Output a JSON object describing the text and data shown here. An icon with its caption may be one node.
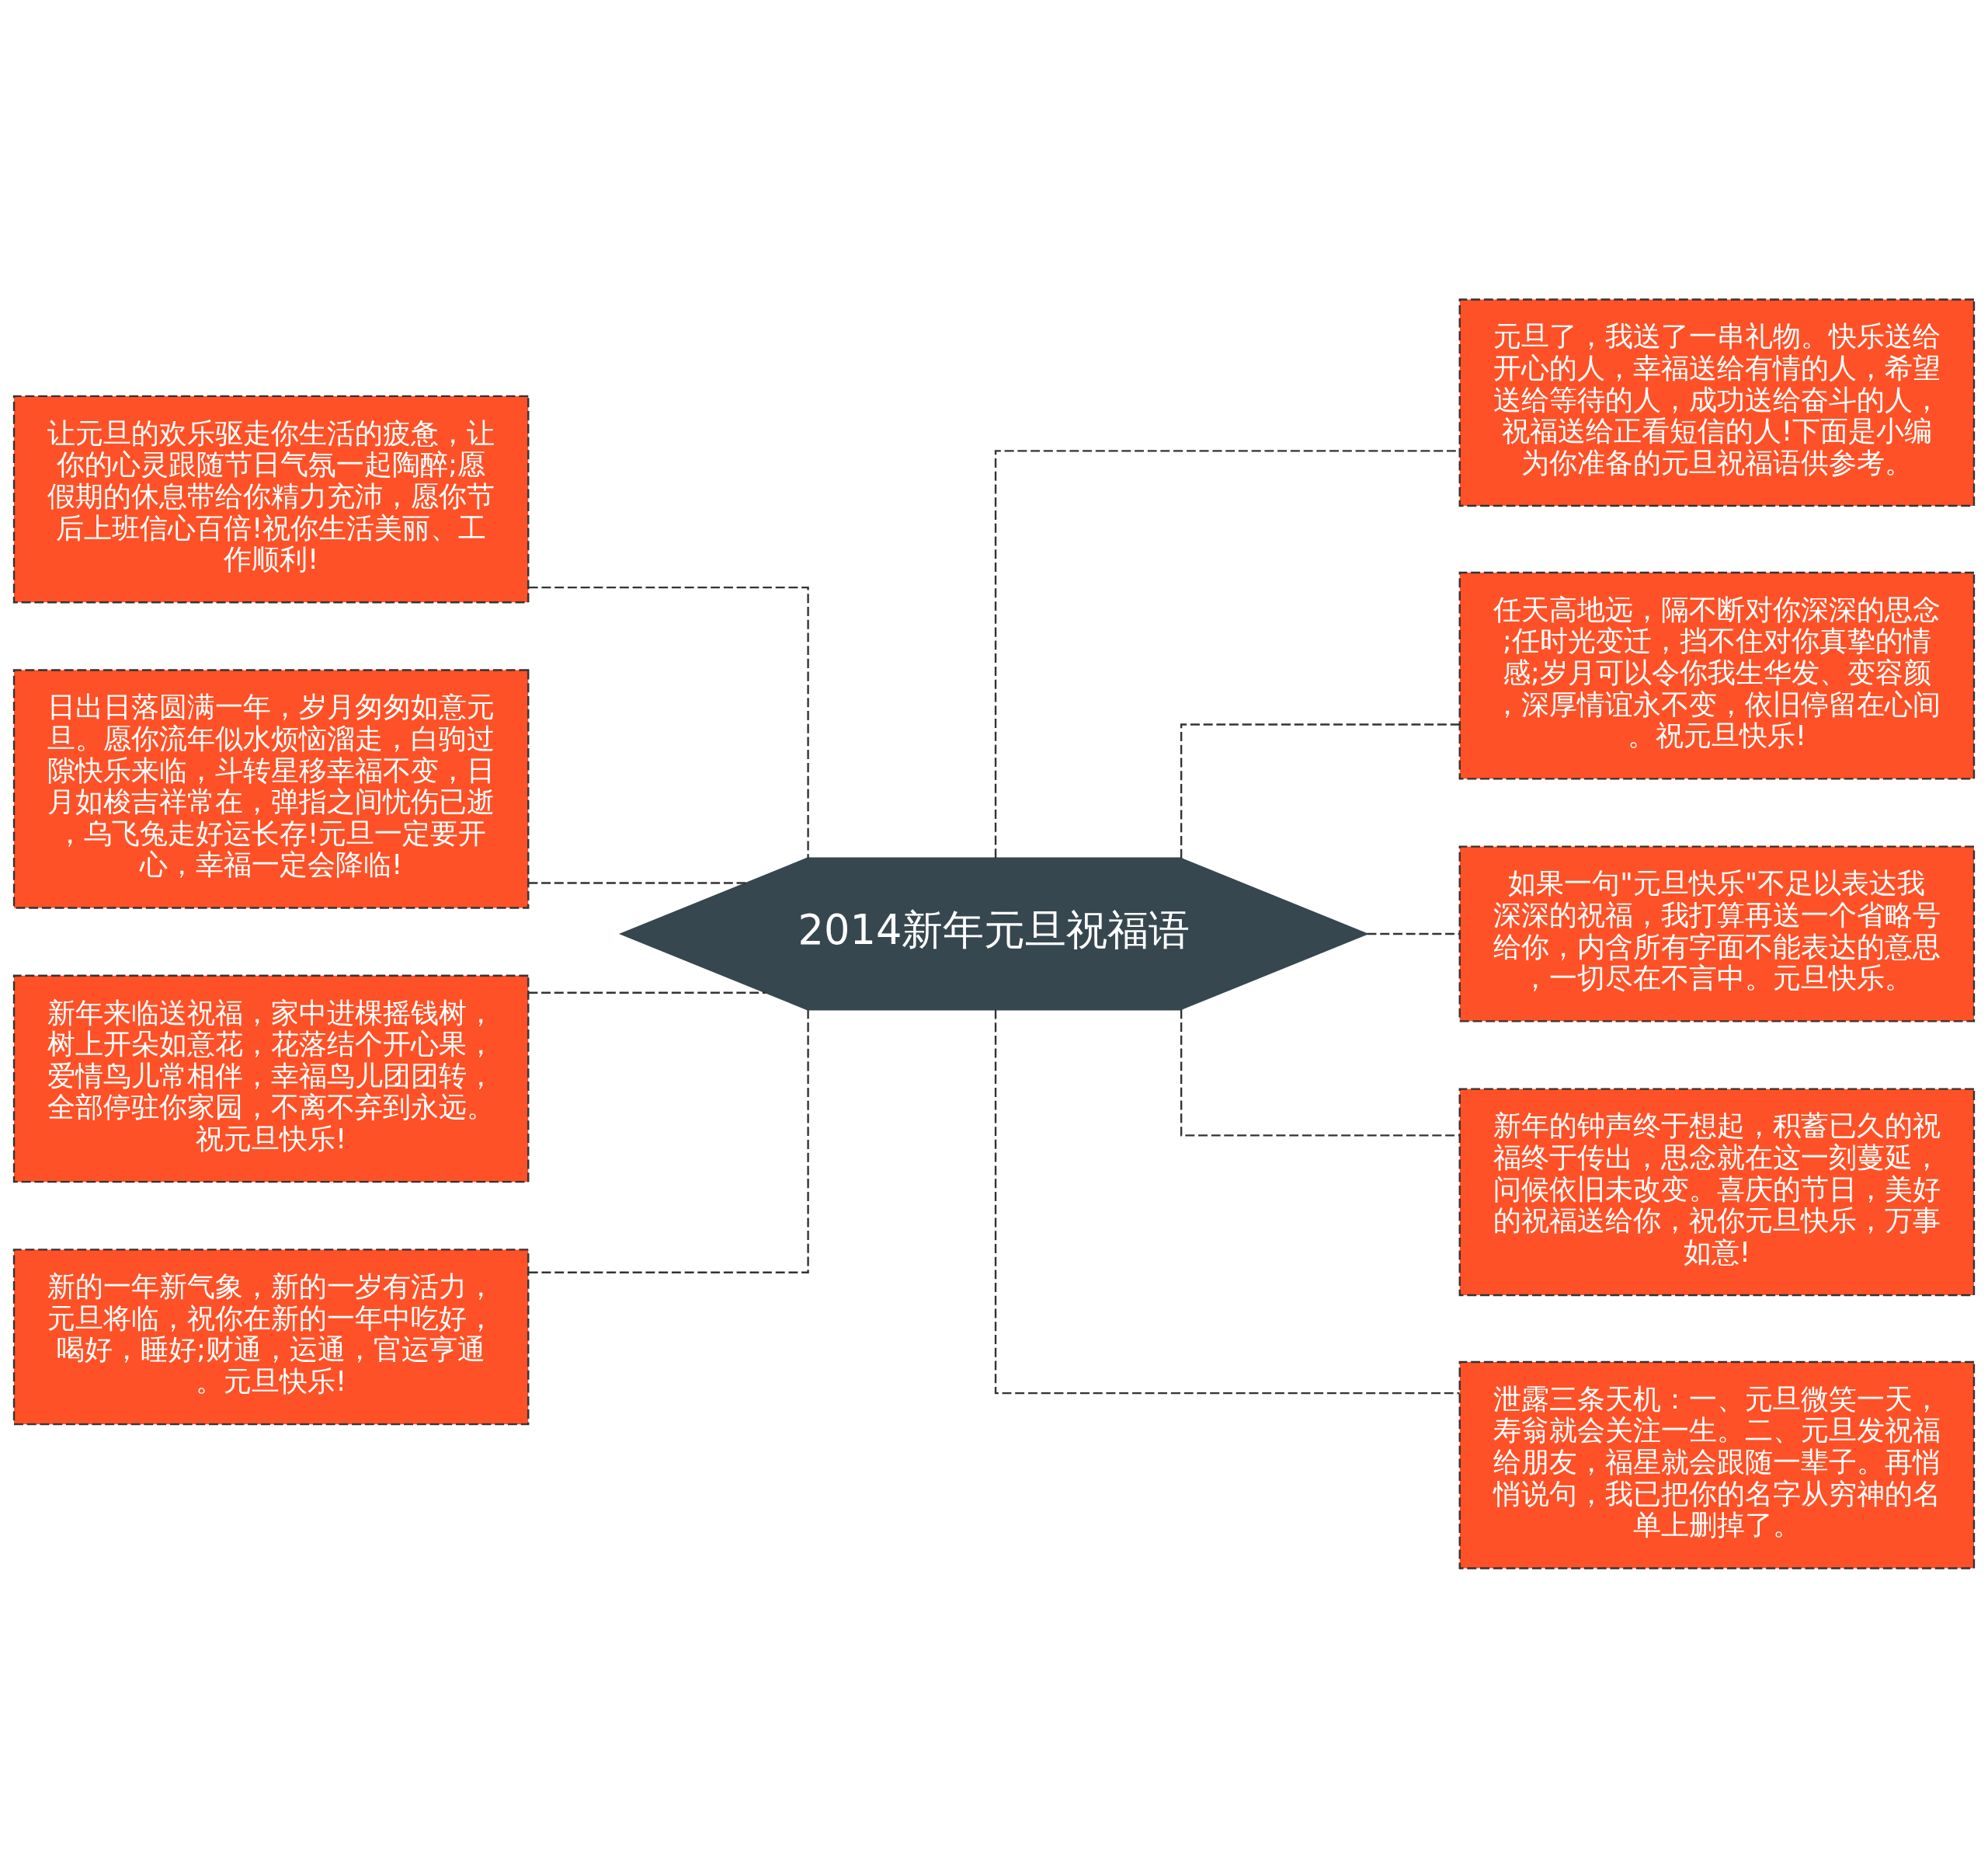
{
  "diagram": {
    "nodes": [
      {
        "text": [
          "2014新年元旦祝福语"
        ]
      },
      {
        "text": [
          "让元旦的欢乐驱走你生活的疲惫，让你的心灵跟随节日气氛一起陶醉;愿假期的休息带给你精力充沛，愿你节后上班信心百倍!祝你生活美丽、工作顺利!"
        ]
      },
      {
        "text": [
          "日出日落圆满一年，岁月匆匆如意元旦。愿你流年似水烦恼溜走，白驹过隙快乐来临，斗转星移幸福不变，日月如梭吉祥常在，弹指之间忧伤已逝，乌飞兔走好运长存!元旦一定要开心，幸福一定会降临!"
        ]
      },
      {
        "text": [
          "新年来临送祝福，家中进棵摇钱树，树上开朵如意花，花落结个开心果，爱情鸟儿常相伴，幸福鸟儿团团转，全部停驻你家园，不离不弃到永远。祝元旦快乐!"
        ]
      },
      {
        "text": [
          "新的一年新气象，新的一岁有活力，元旦将临，祝你在新的一年中吃好，喝好，睡好;财通，运通，官运亨通。元旦快乐!"
        ]
      },
      {
        "text": [
          "元旦了，我送了一串礼物。快乐送给开心的人，幸福送给有情的人，希望送给等待的人，成功送给奋斗的人，祝福送给正看短信的人!下面是小编为你准备的元旦祝福语供参考。"
        ]
      },
      {
        "text": [
          "任天高地远，隔不断对你深深的思念;任时光变迁，挡不住对你真挚的情感;岁月可以令你我生华发、变容颜，深厚情谊永不变，依旧停留在心间。祝元旦快乐!"
        ]
      },
      {
        "text": [
          "如果一句\"元旦快乐\"不足以表达我深深的祝福，我打算再送一个省略号给你，内含所有字面不能表达的意思，一切尽在不言中。元旦快乐。"
        ]
      },
      {
        "text": [
          "新年的钟声终于想起，积蓄已久的祝福终于传出，思念就在这一刻蔓延，问候依旧未改变。喜庆的节日，美好的祝福送给你，祝你元旦快乐，万事如意!"
        ]
      },
      {
        "text": [
          "泄露三条天机：一、元旦微笑一天，寿翁就会关注一生。二、元旦发祝福给朋友，福星就会跟随一辈子。再悄悄说句，我已把你的名字从穷神的名单上删掉了。"
        ]
      }
    ],
    "edges": [
      {
        "from": 0,
        "to": 1,
        "arrow": "none",
        "style": "dashed"
      },
      {
        "from": 0,
        "to": 2,
        "arrow": "none",
        "style": "dashed"
      },
      {
        "from": 0,
        "to": 3,
        "arrow": "none",
        "style": "dashed"
      },
      {
        "from": 0,
        "to": 4,
        "arrow": "none",
        "style": "dashed"
      },
      {
        "from": 0,
        "to": 5,
        "arrow": "none",
        "style": "dashed"
      },
      {
        "from": 0,
        "to": 6,
        "arrow": "none",
        "style": "dashed"
      },
      {
        "from": 0,
        "to": 7,
        "arrow": "none",
        "style": "dashed"
      },
      {
        "from": 0,
        "to": 8,
        "arrow": "none",
        "style": "dashed"
      },
      {
        "from": 0,
        "to": 9,
        "arrow": "none",
        "style": "dashed"
      }
    ]
  }
}
